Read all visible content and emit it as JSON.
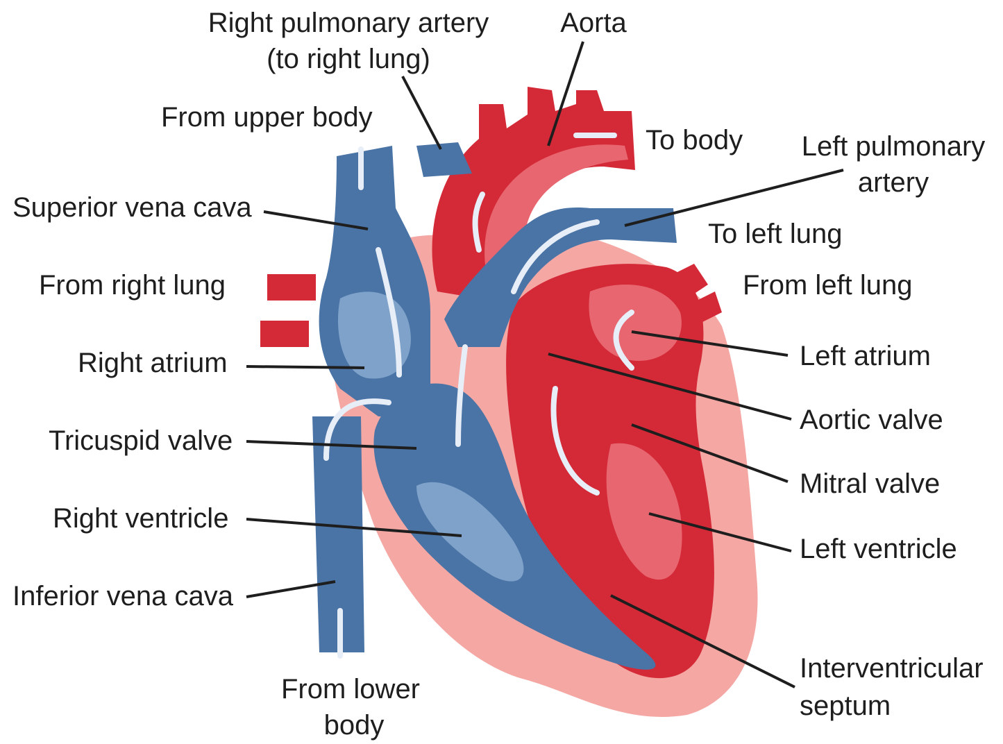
{
  "colors": {
    "oxygen_poor": "#4a74a6",
    "oxygen_poor_dark": "#3a5f8e",
    "oxygen_poor_light": "#7ea2c9",
    "oxygen_rich": "#d42a37",
    "oxygen_rich_dark": "#b51f2b",
    "oxygen_rich_light": "#e86670",
    "tissue": "#f4a7a3",
    "leader_line": "#1e1e1e",
    "flow_arrow": "#e8eef7"
  },
  "labels": {
    "right_pulmonary_artery": "Right pulmonary artery",
    "right_pulmonary_artery_sub": "(to right lung)",
    "aorta": "Aorta",
    "from_upper_body": "From upper body",
    "to_body": "To body",
    "left_pulmonary_artery": "Left pulmonary",
    "left_pulmonary_artery_sub": "artery",
    "superior_vena_cava": "Superior vena cava",
    "to_left_lung": "To left lung",
    "from_right_lung": "From right lung",
    "from_left_lung": "From left lung",
    "right_atrium": "Right atrium",
    "left_atrium": "Left atrium",
    "aortic_valve": "Aortic valve",
    "tricuspid_valve": "Tricuspid valve",
    "mitral_valve": "Mitral valve",
    "right_ventricle": "Right ventricle",
    "left_ventricle": "Left ventricle",
    "inferior_vena_cava": "Inferior vena cava",
    "interventricular_septum": "Interventricular",
    "interventricular_septum_sub": "septum",
    "from_lower_body": "From lower",
    "from_lower_body_sub": "body"
  }
}
